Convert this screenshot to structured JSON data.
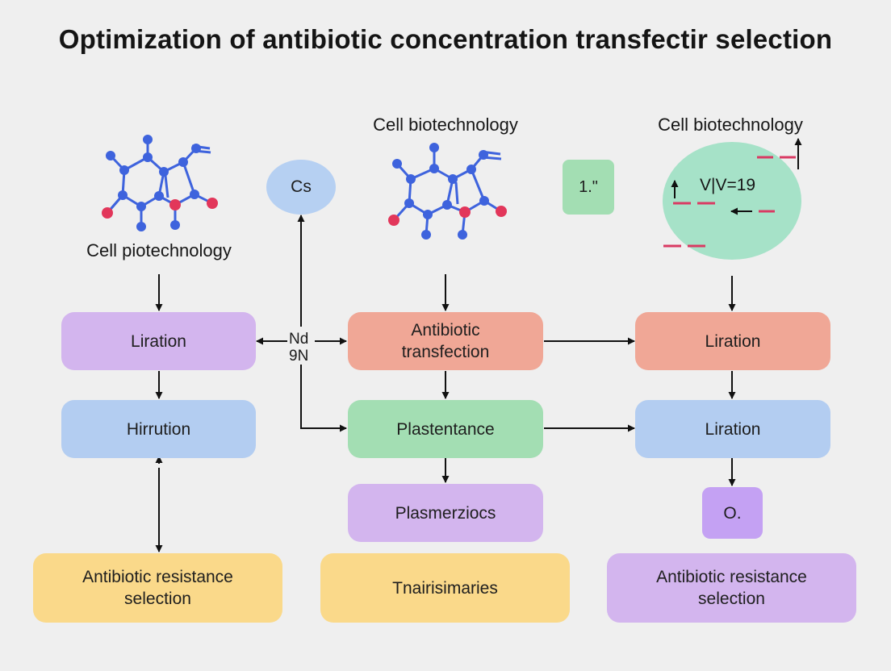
{
  "title": "Optimization of antibiotic concentration transfectir selection",
  "column_headers": {
    "left": "Cell piotechnology",
    "middle": "Cell biotechnology",
    "right": "Cell biotechnology"
  },
  "bubbles": {
    "cs": "Cs",
    "tag": "1.\"",
    "circle_text": "V|V=19",
    "connector_label_line1": "Nd",
    "connector_label_line2": "9N"
  },
  "nodes": {
    "left_1": "Liration",
    "left_2": "Hirrution",
    "left_3_line1": "Antibiotic resistance",
    "left_3_line2": "selection",
    "mid_1_line1": "Antibiotic",
    "mid_1_line2": "transfection",
    "mid_2": "Plastentance",
    "mid_3": "Plasmerziocs",
    "mid_4": "Tnairisimaries",
    "right_1": "Liration",
    "right_2": "Liration",
    "right_3": "O.",
    "right_4_line1": "Antibiotic resistance",
    "right_4_line2": "selection"
  },
  "colors": {
    "background": "#efefef",
    "lilac": "#d3b5ee",
    "blue": "#b3cdf1",
    "salmon": "#f0a796",
    "green": "#a3deb3",
    "yellow": "#fad98a",
    "violet": "#c4a1f3",
    "atom_blue": "#3e63dd",
    "atom_red": "#e2365a",
    "dash_red": "#d93a63"
  },
  "icons": [
    "molecule-icon",
    "molecule-icon",
    "arrow-icon"
  ]
}
